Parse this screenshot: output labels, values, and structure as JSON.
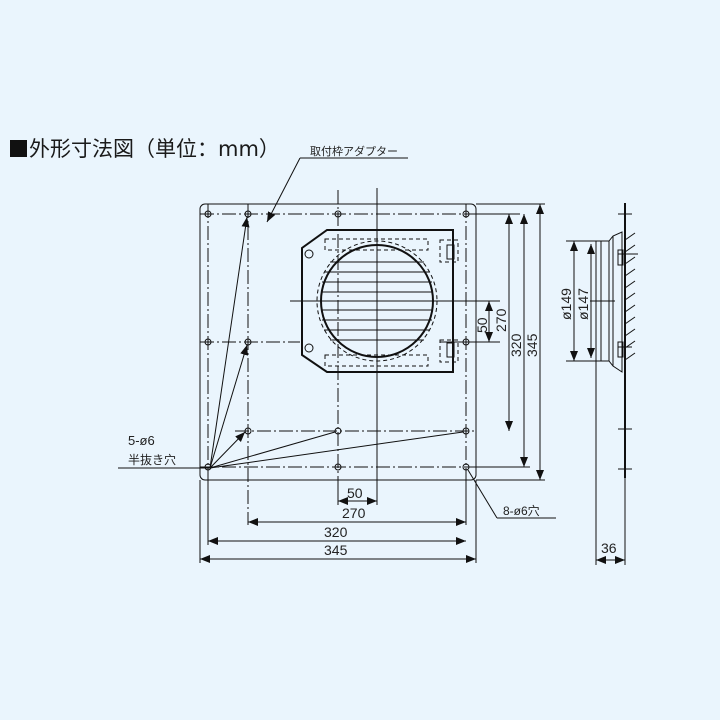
{
  "title": {
    "marker": "■",
    "text": "外形寸法図（単位：mm）"
  },
  "labels": {
    "adapter": "取付枠アダプター",
    "half_punch_holes_count": "5-ø6",
    "half_punch_holes_desc": "半抜き穴",
    "mount_holes": "8-ø6穴"
  },
  "dimensions": {
    "horizontal": [
      "50",
      "270",
      "320",
      "345"
    ],
    "vertical": [
      "50",
      "270",
      "320",
      "345"
    ],
    "side_diameter_outer": "ø149",
    "side_diameter_inner": "ø147",
    "side_depth": "36"
  },
  "colors": {
    "background": "#eaf5fd",
    "line": "#111111"
  }
}
